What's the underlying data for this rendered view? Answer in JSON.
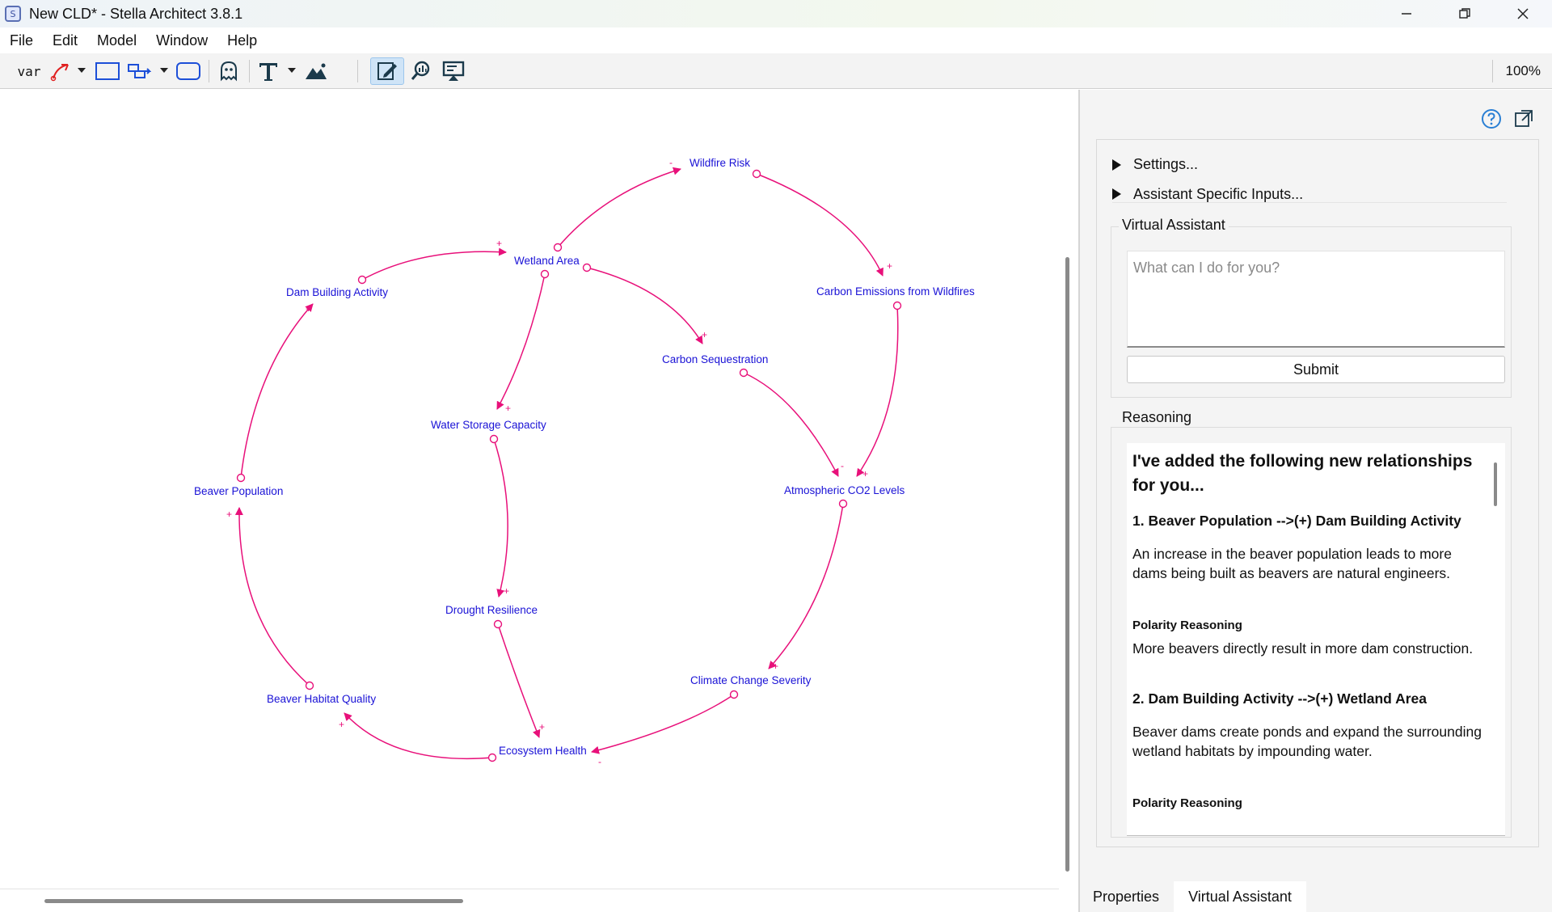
{
  "window": {
    "title": "New CLD* - Stella Architect 3.8.1"
  },
  "menu": [
    "File",
    "Edit",
    "Model",
    "Window",
    "Help"
  ],
  "toolbar": {
    "var_label": "var",
    "zoom": "100%"
  },
  "colors": {
    "link": "#e8107a",
    "variable": "#1a12d6",
    "accent": "#2a7fd4"
  },
  "diagram": {
    "variables": {
      "wildfire_risk": "Wildfire Risk",
      "wetland_area": "Wetland Area",
      "dam_building": "Dam Building Activity",
      "carbon_emissions": "Carbon Emissions from Wildfires",
      "carbon_seq": "Carbon Sequestration",
      "water_storage": "Water Storage Capacity",
      "beaver_pop": "Beaver Population",
      "atmos_co2": "Atmospheric CO2 Levels",
      "drought": "Drought Resilience",
      "climate": "Climate Change Severity",
      "habitat": "Beaver Habitat Quality",
      "ecosystem": "Ecosystem Health"
    },
    "polarity": {
      "plus": "+",
      "minus": "-"
    }
  },
  "panel": {
    "settings": "Settings...",
    "assistant_inputs": "Assistant Specific Inputs...",
    "va_group": "Virtual Assistant",
    "va_placeholder": "What can I do for you?",
    "submit": "Submit",
    "reasoning_group": "Reasoning",
    "reasoning": {
      "heading": "I've added the following new relationships for you...",
      "item1_title": "1. Beaver Population -->(+) Dam Building Activity",
      "item1_text": "An increase in the beaver population leads to more dams being built as beavers are natural engineers.",
      "item1_pr_label": "Polarity Reasoning",
      "item1_pr_text": "More beavers directly result in more dam construction.",
      "item2_title": "2. Dam Building Activity -->(+) Wetland Area",
      "item2_text": "Beaver dams create ponds and expand the surrounding wetland habitats by impounding water.",
      "item2_pr_label": "Polarity Reasoning"
    }
  },
  "tabs": {
    "properties": "Properties",
    "virtual_assistant": "Virtual Assistant"
  }
}
